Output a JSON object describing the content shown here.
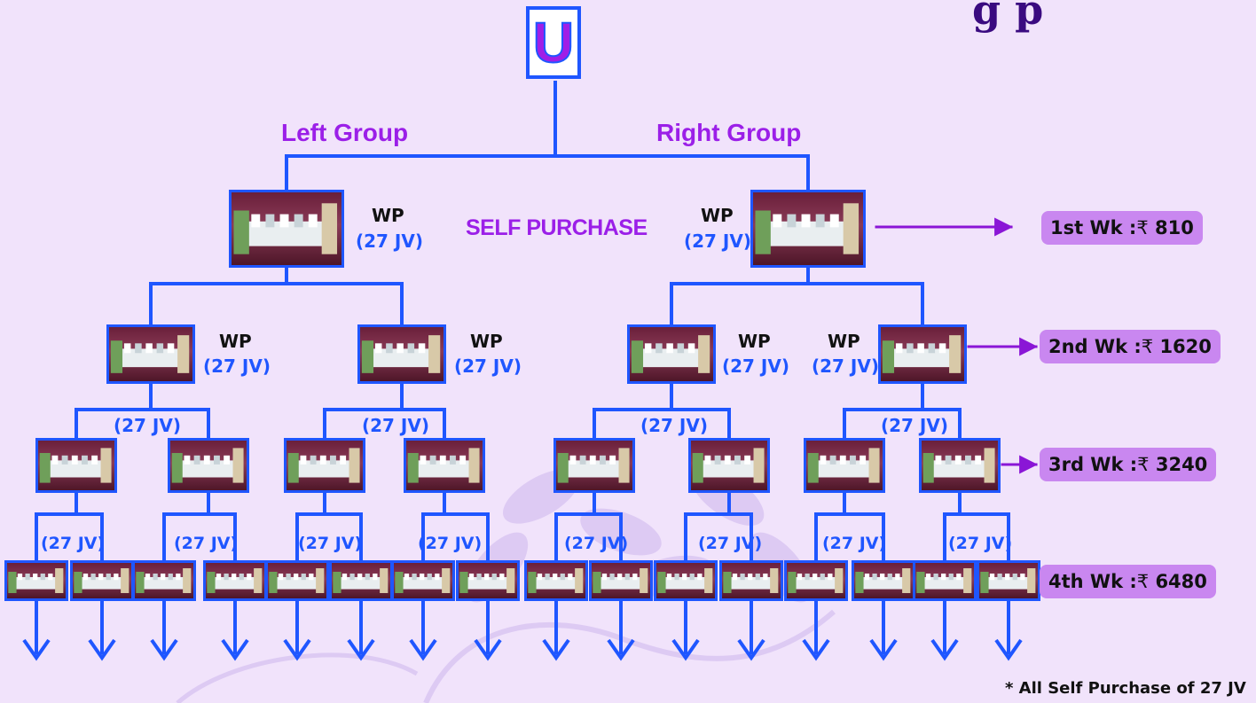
{
  "title_fragment": "g    p",
  "root": {
    "letter": "U"
  },
  "groups": {
    "left": "Left Group",
    "right": "Right Group"
  },
  "self_purchase": "SELF PURCHASE",
  "wp_label": "WP",
  "jv_label": "(27 JV)",
  "weeks": [
    {
      "label": "1st Wk :",
      "amount": "810"
    },
    {
      "label": "2nd Wk :",
      "amount": "1620"
    },
    {
      "label": "3rd Wk :",
      "amount": "3240"
    },
    {
      "label": "4th Wk :",
      "amount": "6480"
    }
  ],
  "currency_symbol": "₹",
  "footnote": "* All Self Purchase of 27 JV",
  "colors": {
    "background": "#f1e3fb",
    "tree_line": "#1f56ff",
    "week_arrow": "#8a16d6",
    "pill": "#c987f0",
    "group_text": "#9b1fe8",
    "jv_text": "#1f56ff"
  }
}
